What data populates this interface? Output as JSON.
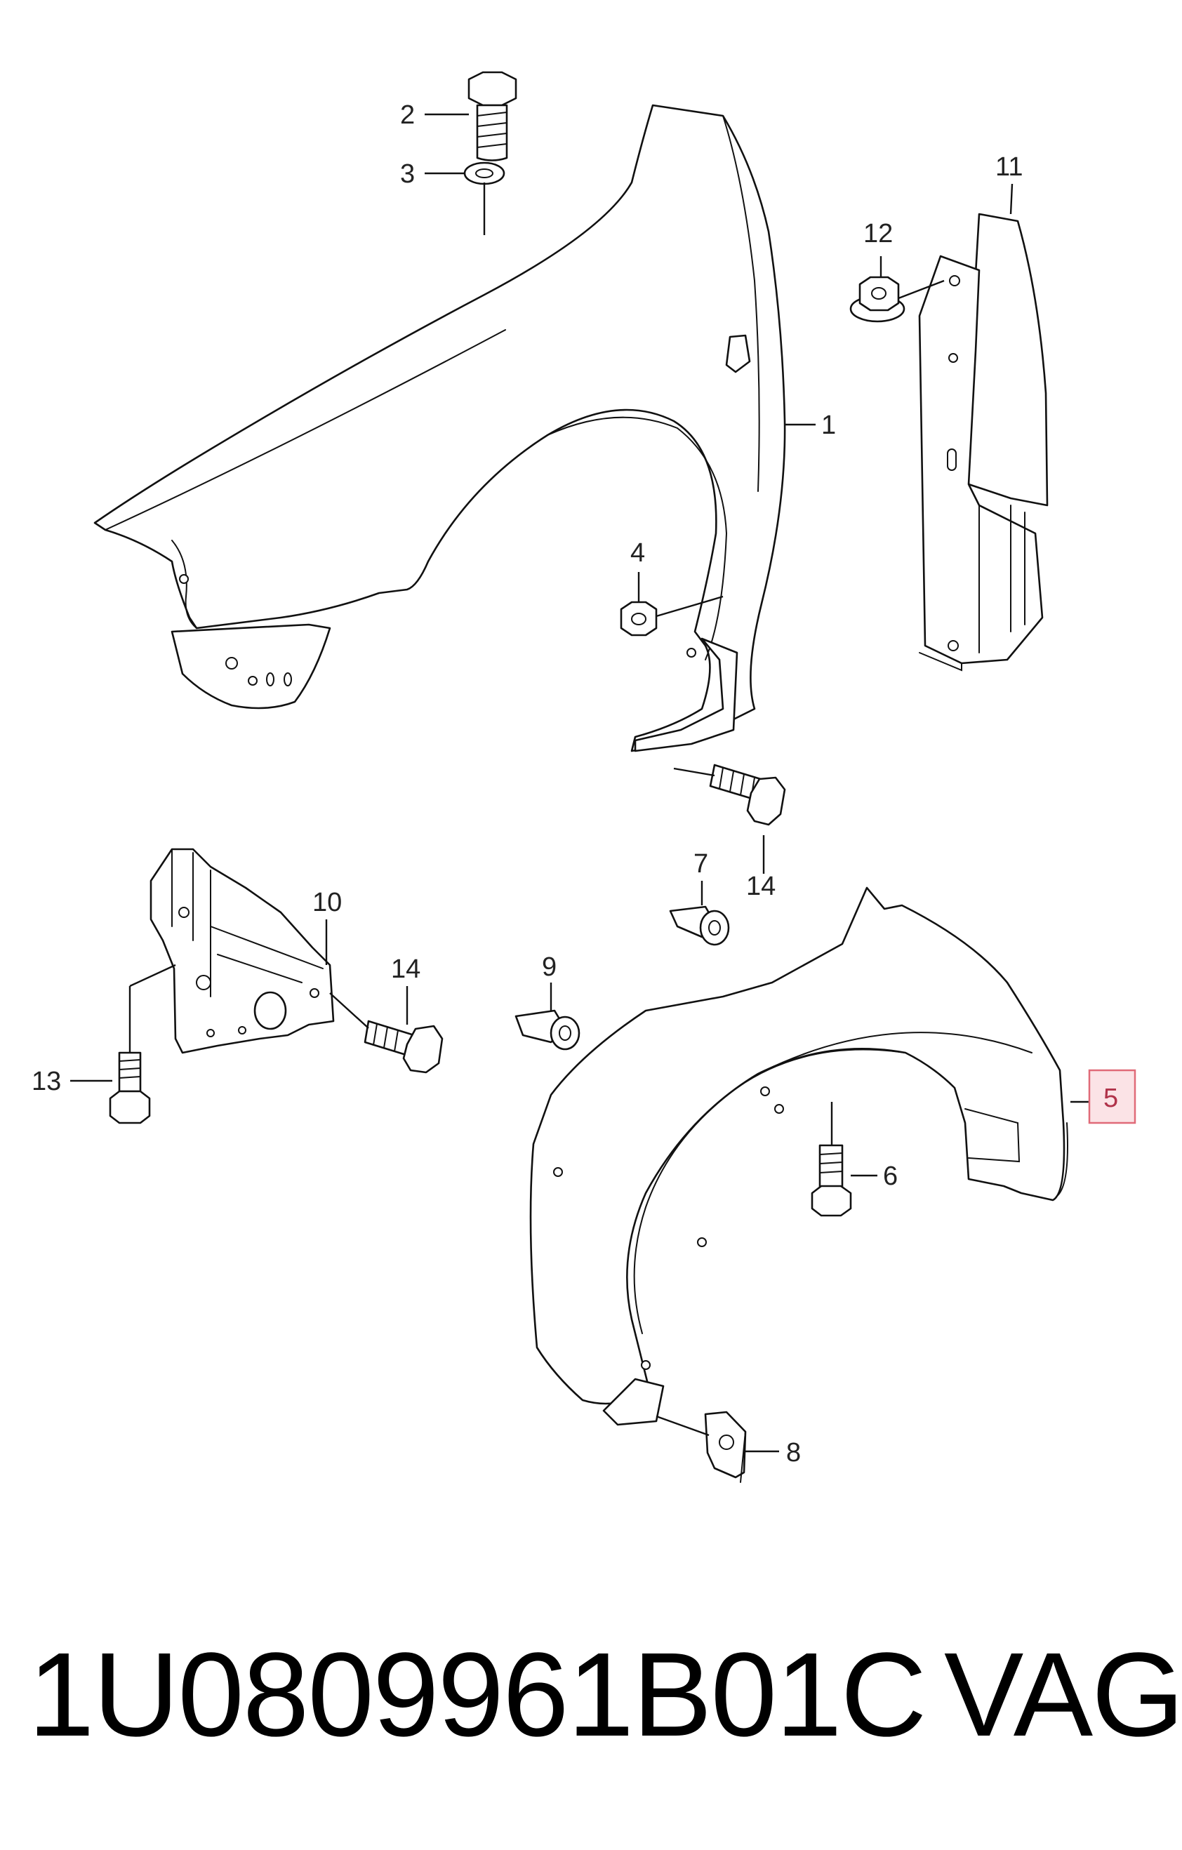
{
  "callouts": {
    "c1": "1",
    "c2": "2",
    "c3": "3",
    "c4": "4",
    "c5": "5",
    "c6": "6",
    "c7": "7",
    "c8": "8",
    "c9": "9",
    "c10": "10",
    "c11": "11",
    "c12": "12",
    "c13": "13",
    "c14a": "14",
    "c14b": "14"
  },
  "highlighted_callout": "5",
  "highlight_color": "#fbe3e6",
  "caption": {
    "part_number": "1U0809961B01C",
    "brand": "VAG"
  }
}
